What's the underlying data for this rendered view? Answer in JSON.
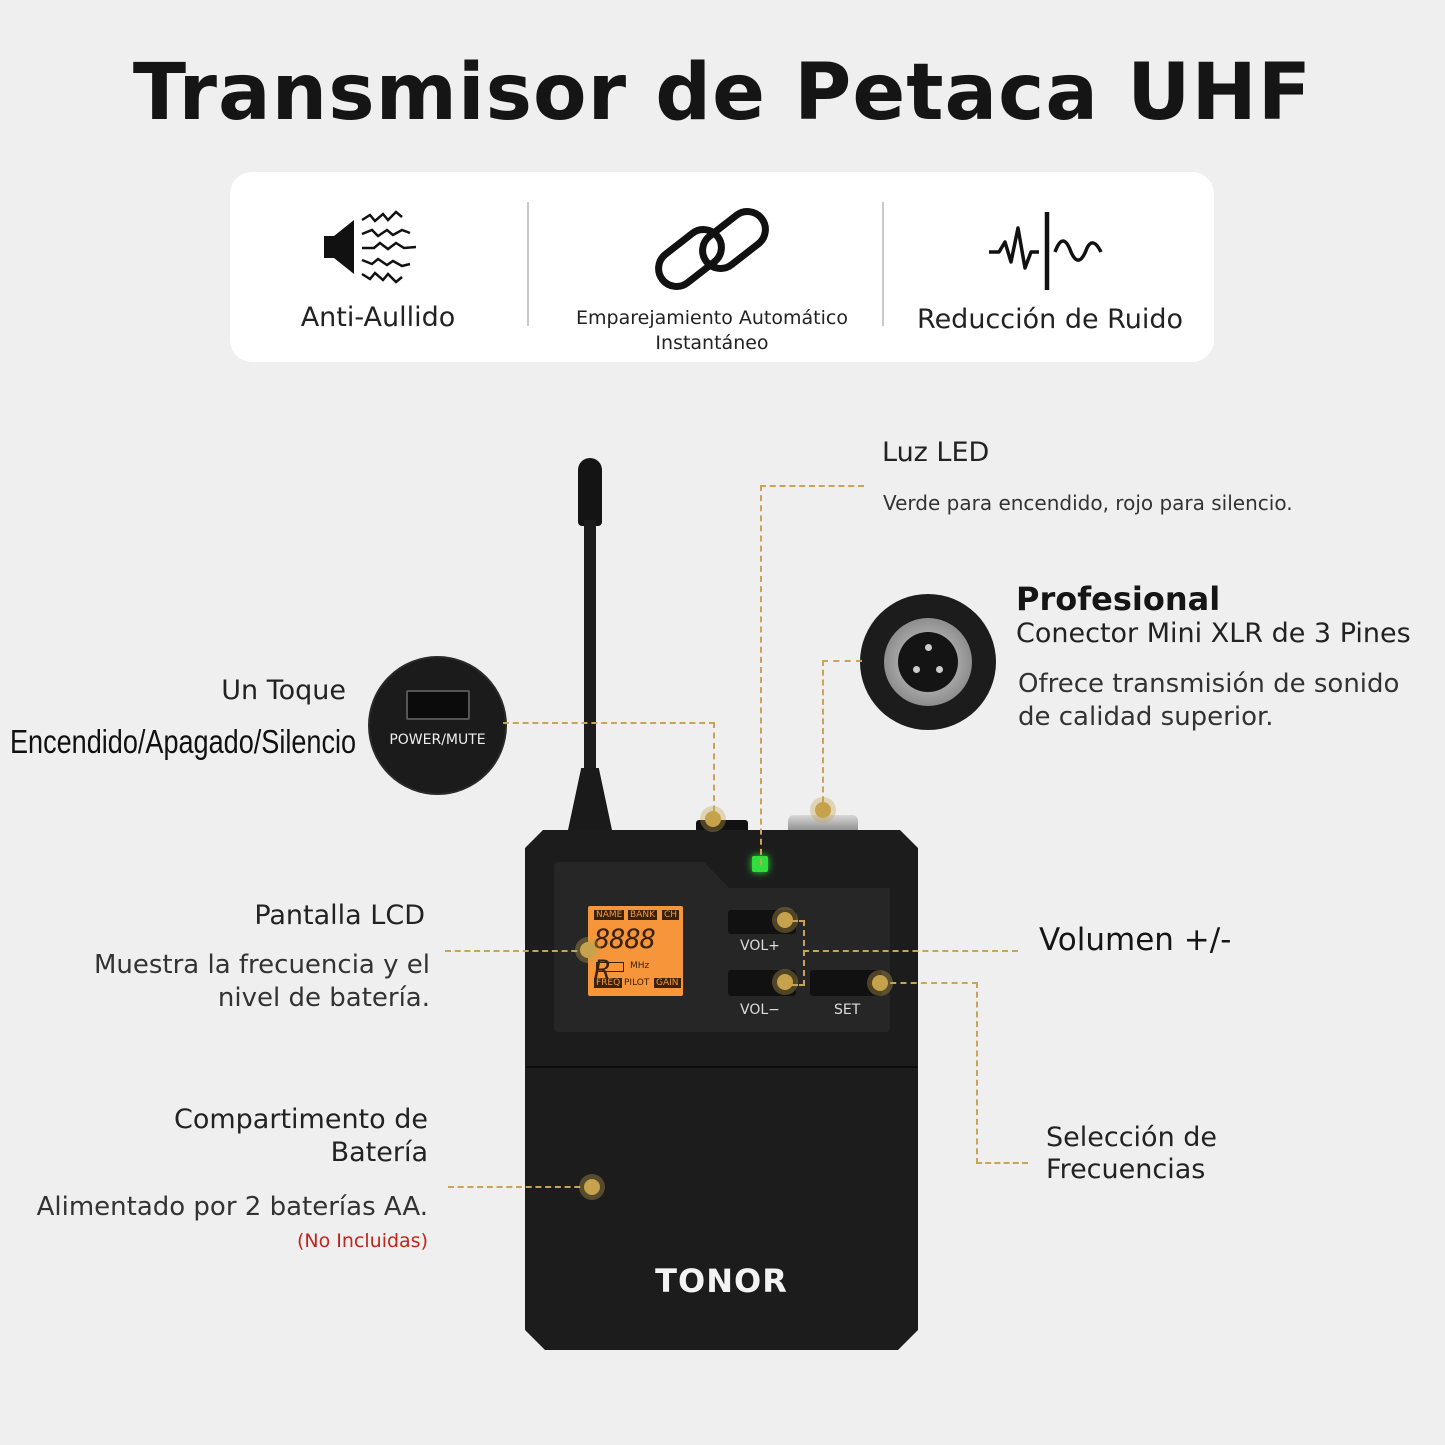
{
  "title": "Transmisor de Petaca UHF",
  "features": [
    {
      "label": "Anti-Aullido",
      "icon": "speaker-feedback-icon"
    },
    {
      "label_line1": "Emparejamiento Automático",
      "label_line2": "Instantáneo",
      "icon": "chain-link-icon"
    },
    {
      "label": "Reducción de Ruido",
      "icon": "noise-waveform-icon"
    }
  ],
  "callouts": {
    "led": {
      "heading": "Luz LED",
      "desc": "Verde para encendido, rojo para silencio."
    },
    "xlr": {
      "heading1": "Profesional",
      "heading2": "Conector Mini XLR de 3 Pines",
      "desc1": "Ofrece transmisión de sonido",
      "desc2": "de calidad superior."
    },
    "power": {
      "heading1": "Un Toque",
      "heading2": "Encendido/Apagado/Silencio",
      "button_label": "POWER/MUTE"
    },
    "lcd": {
      "heading": "Pantalla LCD",
      "desc1": "Muestra la frecuencia y el",
      "desc2": "nivel de batería."
    },
    "volume": {
      "heading": "Volumen +/-"
    },
    "battery": {
      "heading1": "Compartimento de",
      "heading2": "Batería",
      "desc": "Alimentado por 2 baterías AA.",
      "note": "(No Incluidas)"
    },
    "freq": {
      "heading1": "Selección de",
      "heading2": "Frecuencias"
    }
  },
  "device": {
    "brand": "TONOR",
    "lcd_tags": {
      "name": "NAME",
      "bank": "BANK",
      "ch": "CH",
      "freq": "FREQ",
      "pilot": "PILOT",
      "gain": "GAIN",
      "mhz": "MHz"
    },
    "lcd_digits": "8888 R",
    "buttons": {
      "vol_up": "VOL+",
      "vol_down": "VOL−",
      "set": "SET"
    }
  },
  "colors": {
    "led_green": "#2fe03c",
    "lcd_orange": "#f7953a",
    "accent_dot": "#c6a24c",
    "note_red": "#c0251c",
    "device_body": "#1c1c1c"
  }
}
